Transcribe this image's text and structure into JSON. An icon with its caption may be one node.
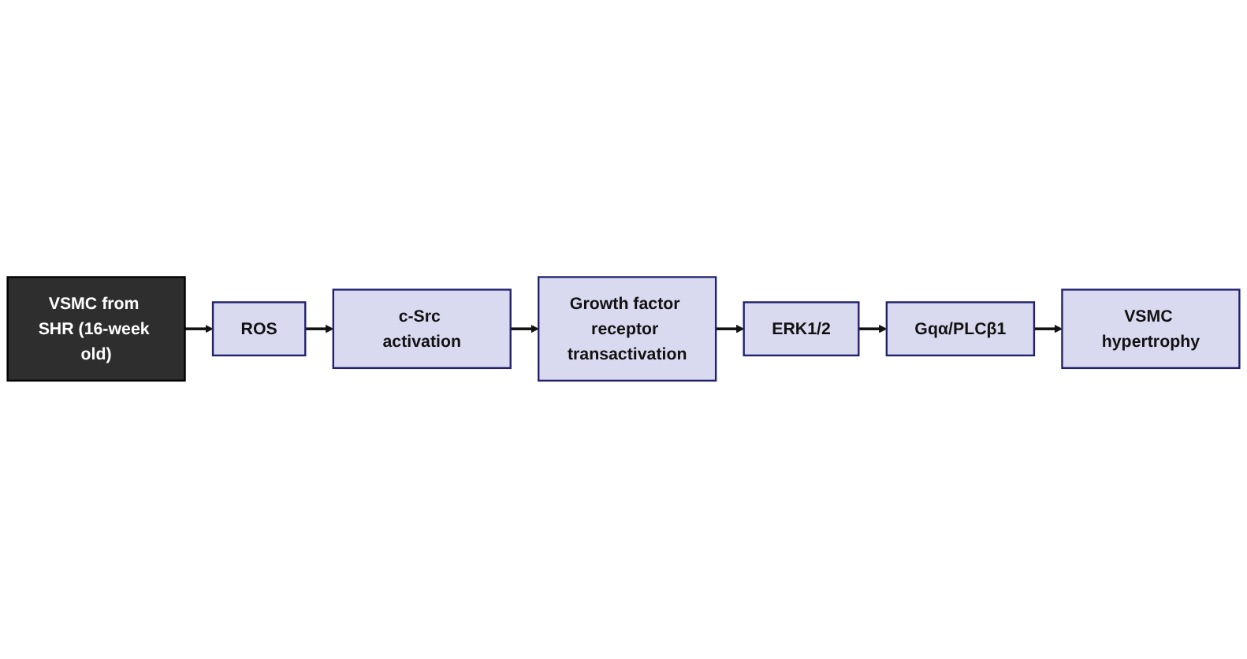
{
  "diagram": {
    "nodes": [
      {
        "text": [
          "VSMC from SHR (16-week old)"
        ]
      },
      {
        "text": [
          "ROS"
        ]
      },
      {
        "text": [
          "c-Src activation"
        ]
      },
      {
        "text": [
          "Growth factor receptor transactivation"
        ]
      },
      {
        "text": [
          "ERK1/2"
        ]
      },
      {
        "text": [
          "Gqα/PLCβ1"
        ]
      },
      {
        "text": [
          "VSMC hypertrophy"
        ]
      }
    ],
    "edges": [
      {
        "from": 0,
        "to": 1,
        "arrow": "to"
      },
      {
        "from": 1,
        "to": 2,
        "arrow": "to"
      },
      {
        "from": 2,
        "to": 3,
        "arrow": "to"
      },
      {
        "from": 3,
        "to": 4,
        "arrow": "to"
      },
      {
        "from": 4,
        "to": 5,
        "arrow": "to"
      },
      {
        "from": 5,
        "to": 6,
        "arrow": "to"
      }
    ]
  }
}
